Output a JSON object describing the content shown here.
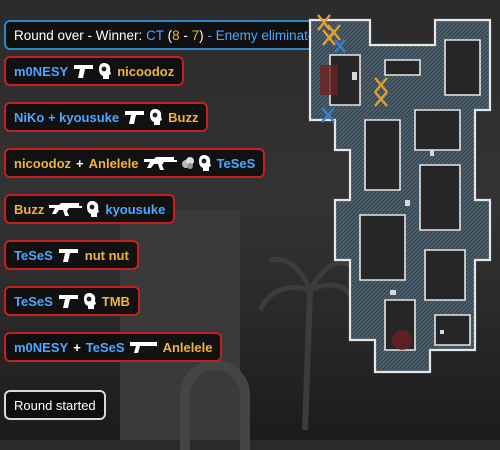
{
  "round_over": {
    "prefix": "Round over - Winner: ",
    "team": "CT",
    "score_open": " (",
    "score_ct": "8",
    "score_dash": " - ",
    "score_t": "7",
    "score_close": ")",
    "suffix": " - Enemy eliminated"
  },
  "kills": [
    {
      "attacker": "m0NESY",
      "attacker_team": "ct",
      "assist": "",
      "assist_team": "",
      "victim": "nicoodoz",
      "victim_team": "t",
      "weapon_icon": "pistol-icon",
      "headshot": true,
      "extra_icon": ""
    },
    {
      "attacker": "NiKo + kyousuke",
      "attacker_team": "ct",
      "assist": "",
      "assist_team": "",
      "victim": "Buzz",
      "victim_team": "t",
      "weapon_icon": "pistol-icon",
      "headshot": true,
      "extra_icon": ""
    },
    {
      "attacker": "nicoodoz",
      "attacker_team": "t",
      "assist": "Anlelele",
      "assist_team": "t",
      "victim": "TeSeS",
      "victim_team": "ct",
      "weapon_icon": "rifle-icon",
      "headshot": true,
      "extra_icon": "smoke-icon"
    },
    {
      "attacker": "Buzz",
      "attacker_team": "t",
      "assist": "",
      "assist_team": "",
      "victim": "kyousuke",
      "victim_team": "ct",
      "weapon_icon": "rifle-icon",
      "headshot": true,
      "extra_icon": ""
    },
    {
      "attacker": "TeSeS",
      "attacker_team": "ct",
      "assist": "",
      "assist_team": "",
      "victim": "nut nut",
      "victim_team": "t",
      "weapon_icon": "pistol-icon",
      "headshot": false,
      "extra_icon": ""
    },
    {
      "attacker": "TeSeS",
      "attacker_team": "ct",
      "assist": "",
      "assist_team": "",
      "victim": "TMB",
      "victim_team": "t",
      "weapon_icon": "pistol-icon",
      "headshot": true,
      "extra_icon": ""
    },
    {
      "attacker": "m0NESY",
      "attacker_team": "ct",
      "assist": "TeSeS",
      "assist_team": "ct",
      "victim": "Anlelele",
      "victim_team": "t",
      "weapon_icon": "smg-icon",
      "headshot": false,
      "extra_icon": ""
    }
  ],
  "round_started": "Round started",
  "colors": {
    "ct": "#4da6ff",
    "t": "#f0b43a",
    "kill_border": "#c51f1f",
    "info_border": "#2b86c8"
  }
}
